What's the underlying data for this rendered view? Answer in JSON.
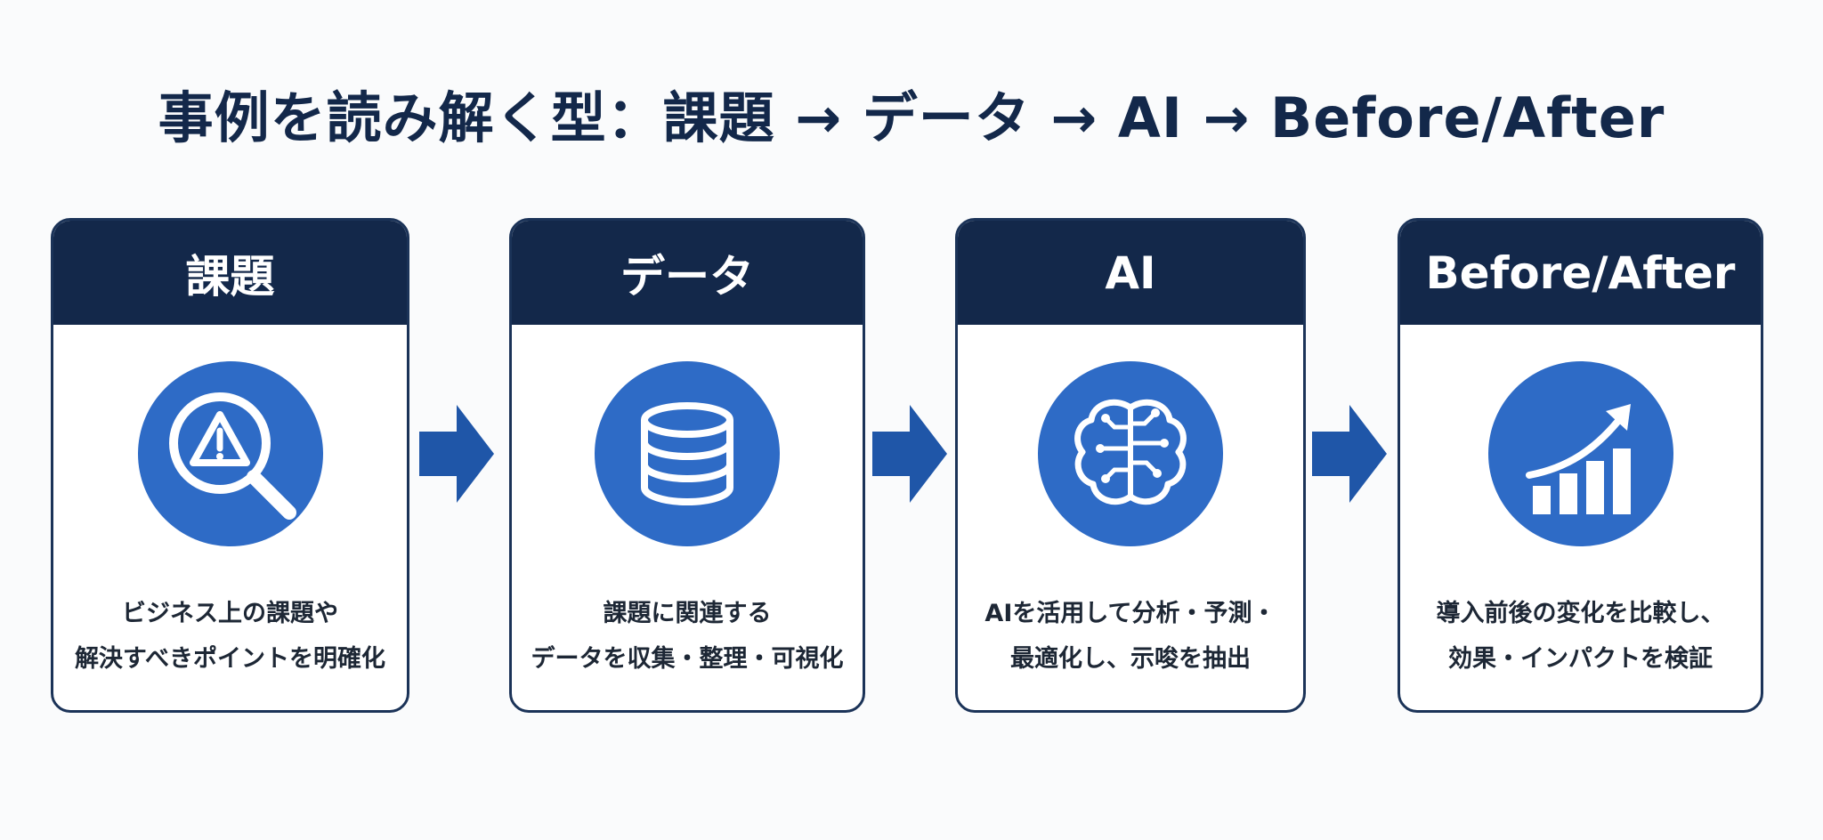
{
  "title": "事例を読み解く型：課題 → データ → AI → Before/After",
  "steps": [
    {
      "header": "課題",
      "icon": "magnifier-warning-icon",
      "desc": [
        "ビジネス上の課題や",
        "解決すべきポイントを明確化"
      ]
    },
    {
      "header": "データ",
      "icon": "database-icon",
      "desc": [
        "課題に関連する",
        "データを収集・整理・可視化"
      ]
    },
    {
      "header": "AI",
      "icon": "brain-circuit-icon",
      "desc": [
        "AIを活用して分析・予測・",
        "最適化し、示唆を抽出"
      ]
    },
    {
      "header": "Before/After",
      "icon": "growth-chart-icon",
      "desc": [
        "導入前後の変化を比較し、",
        "効果・インパクトを検証"
      ]
    }
  ],
  "colors": {
    "navy": "#13284a",
    "blue": "#2e6bc6",
    "arrow": "#1f56a8"
  }
}
